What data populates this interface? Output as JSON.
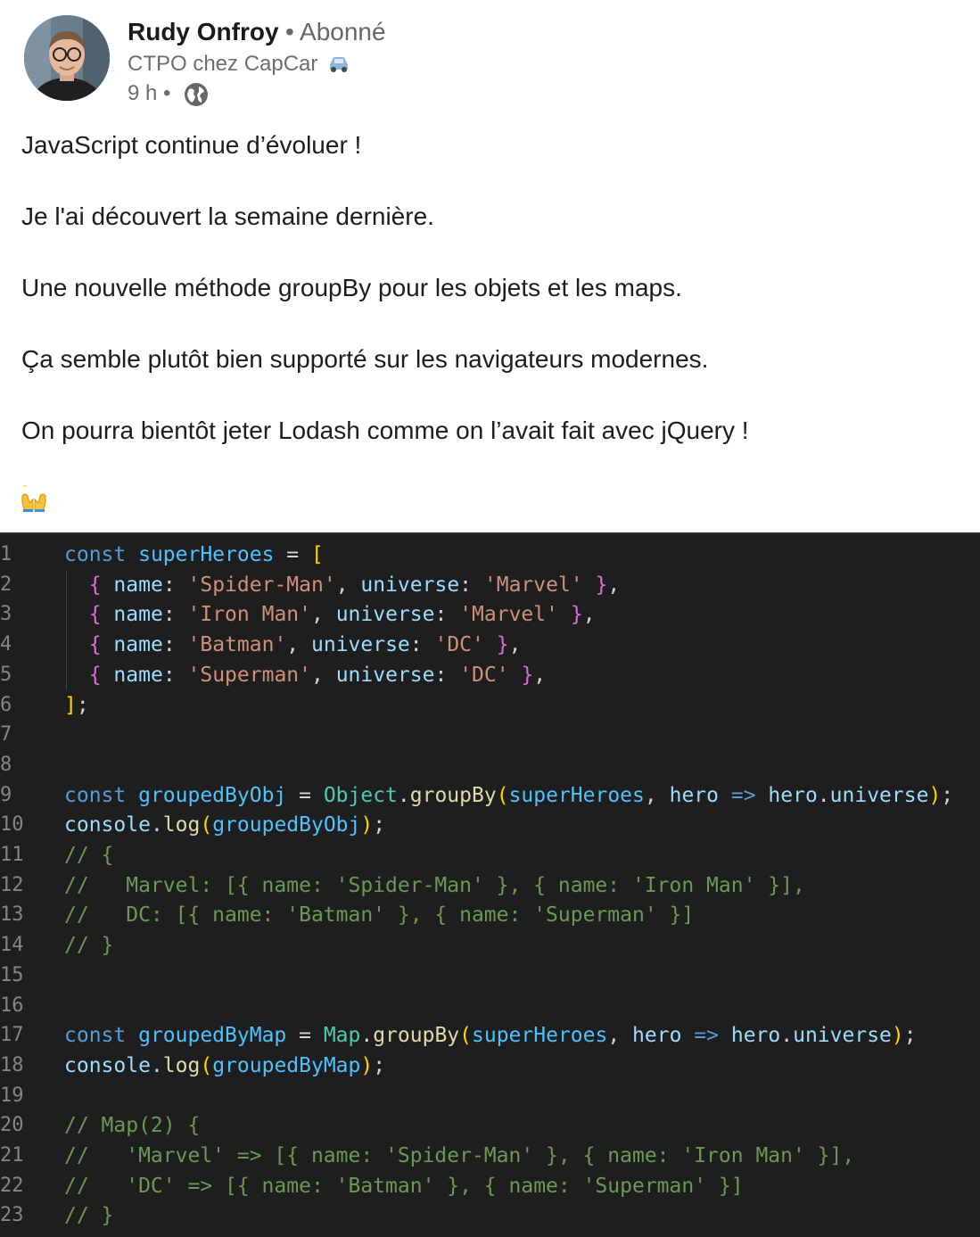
{
  "post": {
    "author": {
      "name": "Rudy Onfroy",
      "follow_state": "• Abonné",
      "headline": "CTPO chez CapCar",
      "time": "9 h •"
    },
    "paragraphs": [
      "JavaScript continue d’évoluer !",
      "Je l'ai découvert la semaine dernière.",
      "Une nouvelle méthode groupBy pour les objets et les maps.",
      "Ça semble plutôt bien supporté sur les navigateurs modernes.",
      "On pourra bientôt jeter Lodash comme on l’avait fait avec jQuery !"
    ],
    "emoji": "🙌"
  },
  "code": {
    "lines": [
      {
        "n": "1",
        "tokens": [
          [
            "kw",
            "const "
          ],
          [
            "var",
            "superHeroes"
          ],
          [
            "pn",
            " = "
          ],
          [
            "br1",
            "["
          ]
        ]
      },
      {
        "n": "2",
        "tokens": [
          [
            "pn",
            "  "
          ],
          [
            "br2",
            "{"
          ],
          [
            "pn",
            " "
          ],
          [
            "prop",
            "name"
          ],
          [
            "pn",
            ": "
          ],
          [
            "str",
            "'Spider-Man'"
          ],
          [
            "pn",
            ", "
          ],
          [
            "prop",
            "universe"
          ],
          [
            "pn",
            ": "
          ],
          [
            "str",
            "'Marvel'"
          ],
          [
            "pn",
            " "
          ],
          [
            "br2",
            "}"
          ],
          [
            "pn",
            ","
          ]
        ]
      },
      {
        "n": "3",
        "tokens": [
          [
            "pn",
            "  "
          ],
          [
            "br2",
            "{"
          ],
          [
            "pn",
            " "
          ],
          [
            "prop",
            "name"
          ],
          [
            "pn",
            ": "
          ],
          [
            "str",
            "'Iron Man'"
          ],
          [
            "pn",
            ", "
          ],
          [
            "prop",
            "universe"
          ],
          [
            "pn",
            ": "
          ],
          [
            "str",
            "'Marvel'"
          ],
          [
            "pn",
            " "
          ],
          [
            "br2",
            "}"
          ],
          [
            "pn",
            ","
          ]
        ]
      },
      {
        "n": "4",
        "tokens": [
          [
            "pn",
            "  "
          ],
          [
            "br2",
            "{"
          ],
          [
            "pn",
            " "
          ],
          [
            "prop",
            "name"
          ],
          [
            "pn",
            ": "
          ],
          [
            "str",
            "'Batman'"
          ],
          [
            "pn",
            ", "
          ],
          [
            "prop",
            "universe"
          ],
          [
            "pn",
            ": "
          ],
          [
            "str",
            "'DC'"
          ],
          [
            "pn",
            " "
          ],
          [
            "br2",
            "}"
          ],
          [
            "pn",
            ","
          ]
        ]
      },
      {
        "n": "5",
        "tokens": [
          [
            "pn",
            "  "
          ],
          [
            "br2",
            "{"
          ],
          [
            "pn",
            " "
          ],
          [
            "prop",
            "name"
          ],
          [
            "pn",
            ": "
          ],
          [
            "str",
            "'Superman'"
          ],
          [
            "pn",
            ", "
          ],
          [
            "prop",
            "universe"
          ],
          [
            "pn",
            ": "
          ],
          [
            "str",
            "'DC'"
          ],
          [
            "pn",
            " "
          ],
          [
            "br2",
            "}"
          ],
          [
            "pn",
            ","
          ]
        ]
      },
      {
        "n": "6",
        "tokens": [
          [
            "br1",
            "]"
          ],
          [
            "pn",
            ";"
          ]
        ]
      },
      {
        "n": "7",
        "tokens": []
      },
      {
        "n": "8",
        "tokens": []
      },
      {
        "n": "9",
        "tokens": [
          [
            "kw",
            "const "
          ],
          [
            "var",
            "groupedByObj"
          ],
          [
            "pn",
            " = "
          ],
          [
            "cls",
            "Object"
          ],
          [
            "pn",
            "."
          ],
          [
            "fn",
            "groupBy"
          ],
          [
            "br1",
            "("
          ],
          [
            "var",
            "superHeroes"
          ],
          [
            "pn",
            ", "
          ],
          [
            "prop",
            "hero"
          ],
          [
            "pn",
            " "
          ],
          [
            "kw",
            "=>"
          ],
          [
            "pn",
            " "
          ],
          [
            "prop",
            "hero"
          ],
          [
            "pn",
            "."
          ],
          [
            "prop",
            "universe"
          ],
          [
            "br1",
            ")"
          ],
          [
            "pn",
            ";"
          ]
        ]
      },
      {
        "n": "10",
        "tokens": [
          [
            "prop",
            "console"
          ],
          [
            "pn",
            "."
          ],
          [
            "fn",
            "log"
          ],
          [
            "br1",
            "("
          ],
          [
            "var",
            "groupedByObj"
          ],
          [
            "br1",
            ")"
          ],
          [
            "pn",
            ";"
          ]
        ]
      },
      {
        "n": "11",
        "tokens": [
          [
            "cm",
            "// {"
          ]
        ]
      },
      {
        "n": "12",
        "tokens": [
          [
            "cm",
            "//   Marvel: [{ name: 'Spider-Man' }, { name: 'Iron Man' }],"
          ]
        ]
      },
      {
        "n": "13",
        "tokens": [
          [
            "cm",
            "//   DC: [{ name: 'Batman' }, { name: 'Superman' }]"
          ]
        ]
      },
      {
        "n": "14",
        "tokens": [
          [
            "cm",
            "// }"
          ]
        ]
      },
      {
        "n": "15",
        "tokens": []
      },
      {
        "n": "16",
        "tokens": []
      },
      {
        "n": "17",
        "tokens": [
          [
            "kw",
            "const "
          ],
          [
            "var",
            "groupedByMap"
          ],
          [
            "pn",
            " = "
          ],
          [
            "cls",
            "Map"
          ],
          [
            "pn",
            "."
          ],
          [
            "fn",
            "groupBy"
          ],
          [
            "br1",
            "("
          ],
          [
            "var",
            "superHeroes"
          ],
          [
            "pn",
            ", "
          ],
          [
            "prop",
            "hero"
          ],
          [
            "pn",
            " "
          ],
          [
            "kw",
            "=>"
          ],
          [
            "pn",
            " "
          ],
          [
            "prop",
            "hero"
          ],
          [
            "pn",
            "."
          ],
          [
            "prop",
            "universe"
          ],
          [
            "br1",
            ")"
          ],
          [
            "pn",
            ";"
          ]
        ]
      },
      {
        "n": "18",
        "tokens": [
          [
            "prop",
            "console"
          ],
          [
            "pn",
            "."
          ],
          [
            "fn",
            "log"
          ],
          [
            "br1",
            "("
          ],
          [
            "var",
            "groupedByMap"
          ],
          [
            "br1",
            ")"
          ],
          [
            "pn",
            ";"
          ]
        ]
      },
      {
        "n": "19",
        "tokens": []
      },
      {
        "n": "20",
        "tokens": [
          [
            "cm",
            "// Map(2) {"
          ]
        ]
      },
      {
        "n": "21",
        "tokens": [
          [
            "cm",
            "//   'Marvel' => [{ name: 'Spider-Man' }, { name: 'Iron Man' }],"
          ]
        ]
      },
      {
        "n": "22",
        "tokens": [
          [
            "cm",
            "//   'DC' => [{ name: 'Batman' }, { name: 'Superman' }]"
          ]
        ]
      },
      {
        "n": "23",
        "tokens": [
          [
            "cm",
            "// }"
          ]
        ]
      }
    ]
  }
}
